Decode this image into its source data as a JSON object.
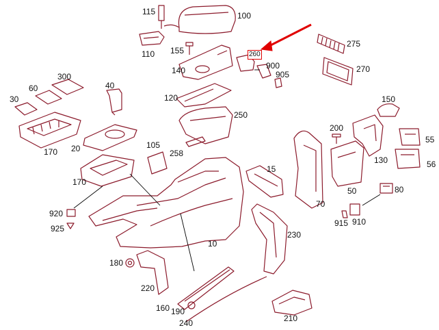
{
  "colors": {
    "part_line": "#8b1a2b",
    "leader": "#000000",
    "highlight": "#e00000"
  },
  "highlighted_part": "260",
  "parts": [
    {
      "id": "p115",
      "num": "115"
    },
    {
      "id": "p100",
      "num": "100"
    },
    {
      "id": "p110",
      "num": "110"
    },
    {
      "id": "p155",
      "num": "155"
    },
    {
      "id": "p260",
      "num": "260"
    },
    {
      "id": "p275",
      "num": "275"
    },
    {
      "id": "p140",
      "num": "140"
    },
    {
      "id": "p900",
      "num": "900"
    },
    {
      "id": "p905",
      "num": "905"
    },
    {
      "id": "p270",
      "num": "270"
    },
    {
      "id": "p300",
      "num": "300"
    },
    {
      "id": "p60",
      "num": "60"
    },
    {
      "id": "p40",
      "num": "40"
    },
    {
      "id": "p30",
      "num": "30"
    },
    {
      "id": "p120",
      "num": "120"
    },
    {
      "id": "p150",
      "num": "150"
    },
    {
      "id": "p250",
      "num": "250"
    },
    {
      "id": "p200",
      "num": "200"
    },
    {
      "id": "p170a",
      "num": "170"
    },
    {
      "id": "p20",
      "num": "20"
    },
    {
      "id": "p55",
      "num": "55"
    },
    {
      "id": "p105",
      "num": "105"
    },
    {
      "id": "p258",
      "num": "258"
    },
    {
      "id": "p130",
      "num": "130"
    },
    {
      "id": "p56",
      "num": "56"
    },
    {
      "id": "p15",
      "num": "15"
    },
    {
      "id": "p170b",
      "num": "170"
    },
    {
      "id": "p80",
      "num": "80"
    },
    {
      "id": "p50",
      "num": "50"
    },
    {
      "id": "p70",
      "num": "70"
    },
    {
      "id": "p920",
      "num": "920"
    },
    {
      "id": "p915",
      "num": "915"
    },
    {
      "id": "p910",
      "num": "910"
    },
    {
      "id": "p925",
      "num": "925"
    },
    {
      "id": "p10",
      "num": "10"
    },
    {
      "id": "p230",
      "num": "230"
    },
    {
      "id": "p180",
      "num": "180"
    },
    {
      "id": "p220",
      "num": "220"
    },
    {
      "id": "p160",
      "num": "160"
    },
    {
      "id": "p190",
      "num": "190"
    },
    {
      "id": "p240",
      "num": "240"
    },
    {
      "id": "p210",
      "num": "210"
    }
  ]
}
